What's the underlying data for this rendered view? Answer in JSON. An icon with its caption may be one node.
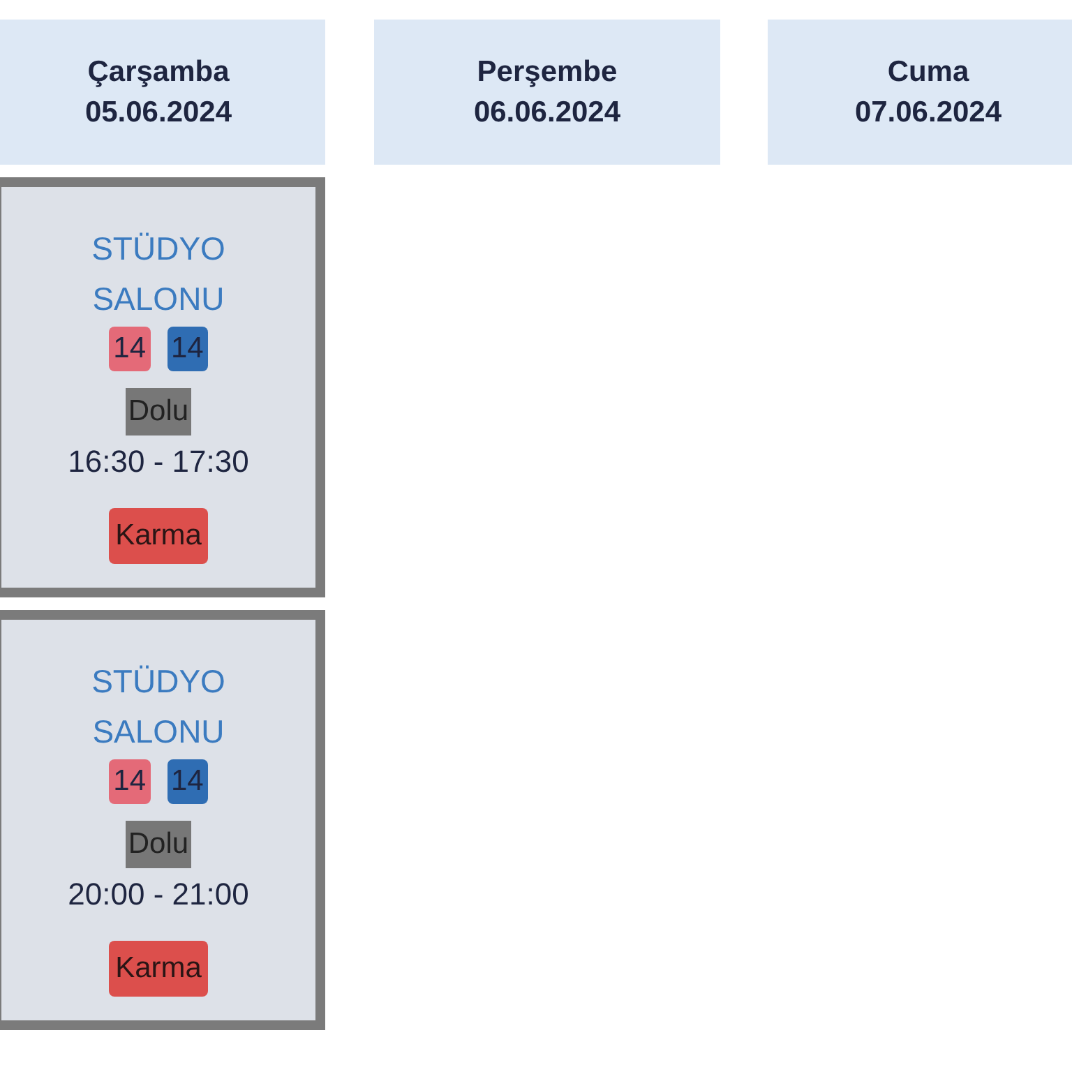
{
  "diagram": {
    "nodes": [
      {
        "text": [
          "Çarşamba",
          "05.06.2024"
        ]
      },
      {
        "text": [
          "Perşembe",
          "06.06.2024"
        ]
      },
      {
        "text": [
          "Cuma",
          "07.06.2024"
        ]
      },
      {
        "text": [
          "STÜDYO SALONU",
          "14",
          "14",
          "Dolu",
          "16:30 - 17:30",
          "Karma"
        ]
      },
      {
        "text": [
          "STÜDYO SALONU",
          "14",
          "14",
          "Dolu",
          "20:00 - 21:00",
          "Karma"
        ]
      }
    ]
  }
}
